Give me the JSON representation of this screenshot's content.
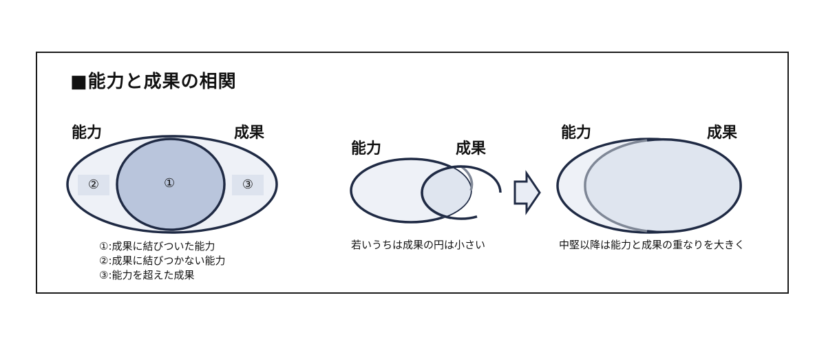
{
  "title": "■能力と成果の相関",
  "diagram1": {
    "label_ability": "能力",
    "label_outcome": "成果",
    "region_1": "①",
    "region_2": "②",
    "region_3": "③",
    "legend": [
      "①:成果に結びついた能力",
      "②:成果に結びつかない能力",
      "③:能力を超えた成果"
    ]
  },
  "diagram2": {
    "label_ability": "能力",
    "label_outcome": "成果",
    "caption": "若いうちは成果の円は小さい"
  },
  "diagram3": {
    "label_ability": "能力",
    "label_outcome": "成果",
    "caption": "中堅以降は能力と成果の重なりを大きく"
  },
  "colors": {
    "stroke_dark": "#1f2a44",
    "stroke_gray": "#7f8796",
    "fill_light": "#eef1f7",
    "fill_overlap": "#b9c5dc",
    "fill_overlap_light": "#dfe5ef"
  }
}
